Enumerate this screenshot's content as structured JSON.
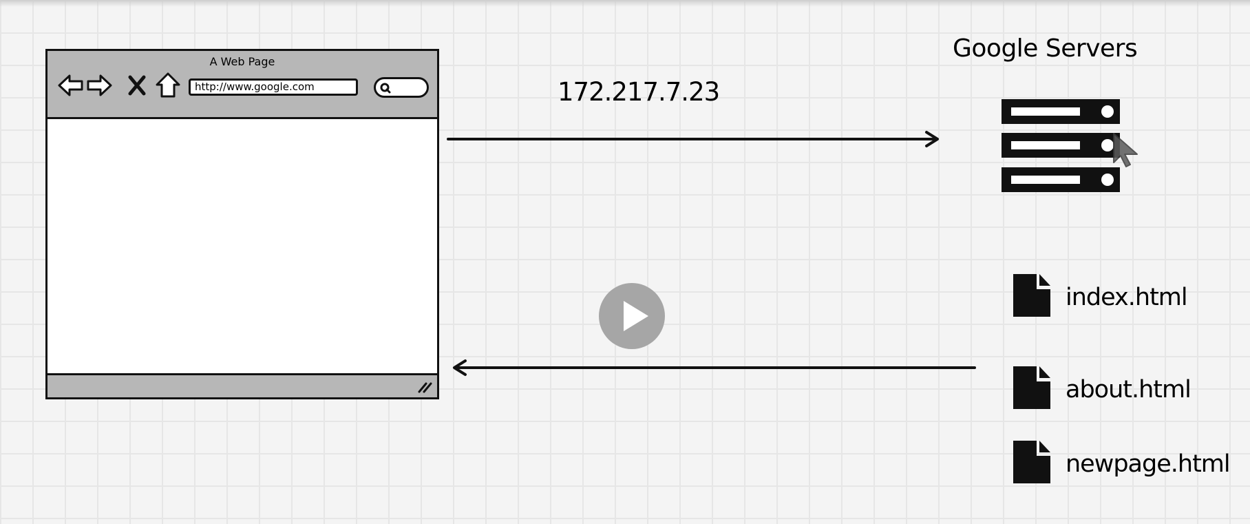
{
  "browser": {
    "title": "A Web Page",
    "url": "http://www.google.com",
    "icons": [
      "back-arrow-icon",
      "forward-arrow-icon",
      "close-icon",
      "home-icon",
      "search-icon",
      "resize-grip-icon"
    ]
  },
  "request": {
    "ip_label": "172.217.7.23"
  },
  "servers": {
    "title": "Google Servers",
    "icon": "server-stack-icon"
  },
  "files": [
    {
      "name": "index.html",
      "icon": "file-icon"
    },
    {
      "name": "about.html",
      "icon": "file-icon"
    },
    {
      "name": "newpage.html",
      "icon": "file-icon"
    }
  ],
  "player": {
    "icon": "play-icon"
  },
  "colors": {
    "background": "#f4f4f4",
    "grid": "#e6e6e6",
    "browser_chrome": "#b7b7b7",
    "play_button": "#a6a6a6",
    "ink": "#111111"
  }
}
